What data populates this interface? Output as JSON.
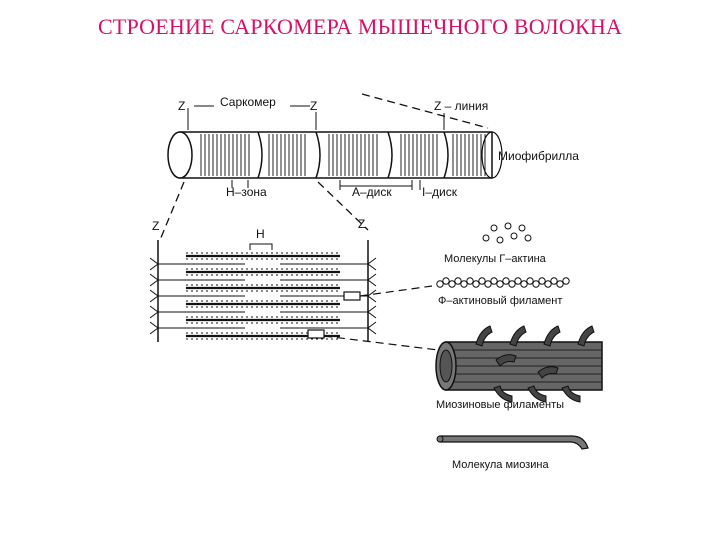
{
  "title": "СТРОЕНИЕ САРКОМЕРА МЫШЕЧНОГО ВОЛОКНА",
  "labels": {
    "z_left": "Z",
    "sarcomere": "Саркомер",
    "z_mid": "Z",
    "z_line": "Z – линия",
    "myofibril": "Миофибрилла",
    "h_zone": "Н–зона",
    "a_disk": "А–диск",
    "i_disk": "I–диск",
    "z_lower_left": "Z",
    "z_lower_right": "Z",
    "h_lower": "Н",
    "g_actin": "Молекулы  Г–актина",
    "f_actin": "Ф–актиновый филамент",
    "myosin_filaments": "Миозиновые филаменты",
    "myosin_molecule": "Молекула миозина"
  }
}
